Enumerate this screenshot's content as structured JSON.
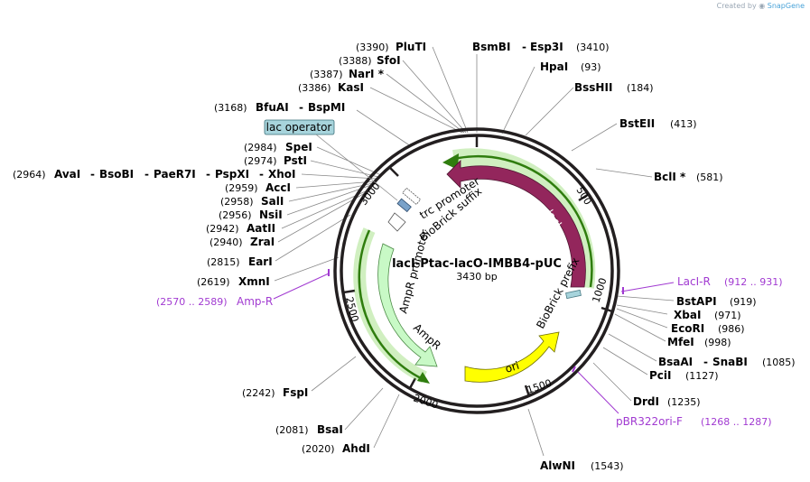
{
  "credit": {
    "prefix": "Created by",
    "brand": "SnapGene"
  },
  "plasmid": {
    "name": "lacI-Ptac-lacO-IMBB4-pUC",
    "length": "3430 bp"
  },
  "ticks": [
    "500",
    "1000",
    "1500",
    "2000",
    "2500",
    "3000"
  ],
  "features": {
    "lacI": "lacI",
    "ori": "ori",
    "ampr": "AmpR",
    "ampr_promoter": "AmpR promoter",
    "trc_promoter": "trc promoter",
    "biobrick_suffix": "BioBrick suffix",
    "biobrick_prefix": "BioBrick prefix",
    "lac_operator": "lac operator"
  },
  "sites": {
    "pluti": {
      "pos": "(3390)",
      "name": "PluTI"
    },
    "sfoi": {
      "pos": "(3388)",
      "name": "SfoI"
    },
    "nari": {
      "pos": "(3387)",
      "name": "NarI *"
    },
    "kasi": {
      "pos": "(3386)",
      "name": "KasI"
    },
    "bsmbi": {
      "name": "BsmBI",
      "name2": "Esp3I",
      "pos": "(3410)"
    },
    "hpai": {
      "name": "HpaI",
      "pos": "(93)"
    },
    "bsshii": {
      "name": "BssHII",
      "pos": "(184)"
    },
    "bsteii": {
      "name": "BstEII",
      "pos": "(413)"
    },
    "bcli": {
      "name": "BclI *",
      "pos": "(581)"
    },
    "bfuai": {
      "pos": "(3168)",
      "name": "BfuAI",
      "name2": "BspMI"
    },
    "spei": {
      "pos": "(2984)",
      "name": "SpeI"
    },
    "psti": {
      "pos": "(2974)",
      "name": "PstI"
    },
    "avai": {
      "pos": "(2964)",
      "names": [
        "AvaI",
        "BsoBI",
        "PaeR7I",
        "PspXI",
        "XhoI"
      ]
    },
    "acci": {
      "pos": "(2959)",
      "name": "AccI"
    },
    "sali": {
      "pos": "(2958)",
      "name": "SalI"
    },
    "nsii": {
      "pos": "(2956)",
      "name": "NsiI"
    },
    "aatii": {
      "pos": "(2942)",
      "name": "AatII"
    },
    "zrai": {
      "pos": "(2940)",
      "name": "ZraI"
    },
    "eari": {
      "pos": "(2815)",
      "name": "EarI"
    },
    "xmni": {
      "pos": "(2619)",
      "name": "XmnI"
    },
    "bstapi": {
      "name": "BstAPI",
      "pos": "(919)"
    },
    "xbai": {
      "name": "XbaI",
      "pos": "(971)"
    },
    "ecori": {
      "name": "EcoRI",
      "pos": "(986)"
    },
    "mfei": {
      "name": "MfeI",
      "pos": "(998)"
    },
    "bsaai": {
      "name": "BsaAI",
      "name2": "SnaBI",
      "pos": "(1085)"
    },
    "pcii": {
      "name": "PciI",
      "pos": "(1127)"
    },
    "drdi": {
      "name": "DrdI",
      "pos": "(1235)"
    },
    "alwni": {
      "name": "AlwNI",
      "pos": "(1543)"
    },
    "fspi": {
      "pos": "(2242)",
      "name": "FspI"
    },
    "bsai": {
      "pos": "(2081)",
      "name": "BsaI"
    },
    "ahdi": {
      "pos": "(2020)",
      "name": "AhdI"
    }
  },
  "primers": {
    "laci_r": {
      "name": "LacI-R",
      "range": "(912 .. 931)"
    },
    "amp_r": {
      "range": "(2570 .. 2589)",
      "name": "Amp-R"
    },
    "pbr322": {
      "name": "pBR322ori-F",
      "range": "(1268 .. 1287)"
    }
  },
  "colors": {
    "backbone": "#231f20",
    "laci": "#93265c",
    "ori": "#ffff00",
    "ampr": "#c8f9c6",
    "feature_glow": "#79d14a",
    "feature_line": "#2f7d0e",
    "lac_operator": "#a7d4dc",
    "trc": "#7aa2c9",
    "primer": "#a13ad1",
    "leader": "#888888"
  }
}
